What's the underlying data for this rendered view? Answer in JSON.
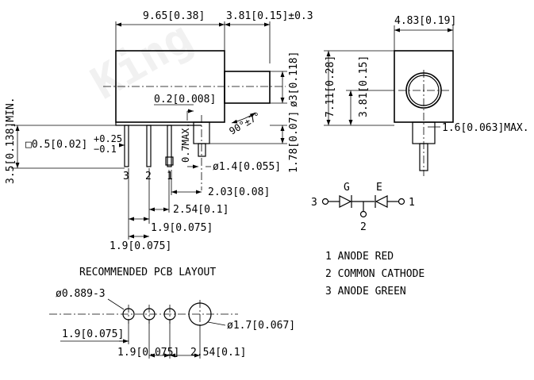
{
  "watermark": "King",
  "side_view": {
    "dim_width": "9.65[0.38]",
    "dim_lens_len": "3.81[0.15]±0.3",
    "dim_lens_dia": "ø3[0.118]",
    "dim_standoff": "0.2[0.008]",
    "dim_angle": "90°±7°",
    "dim_max": "0.7MAX.",
    "dim_lead_offset": "1.78[0.07]",
    "dim_min": "3.5[0.138]MIN.",
    "dim_pin_sq": "□0.5[0.02]",
    "tol_plus": "+0.25",
    "tol_minus": "−0.1",
    "dim_dia14": "ø1.4[0.055]",
    "dim_203": "2.03[0.08]",
    "dim_254": "2.54[0.1]",
    "dim_19a": "1.9[0.075]",
    "dim_19b": "1.9[0.075]",
    "pins": [
      "3",
      "2",
      "1"
    ]
  },
  "front_view": {
    "dim_width": "4.83[0.19]",
    "dim_height": "7.11[0.28]",
    "dim_center": "3.81[0.15]",
    "dim_lead": "1.6[0.063]MAX."
  },
  "schematic": {
    "pin_left": "3",
    "pin_right": "1",
    "pin_bottom": "2",
    "diode_g": "G",
    "diode_e": "E"
  },
  "legend": [
    "1 ANODE RED",
    "2 COMMON  CATHODE",
    "3 ANODE GREEN"
  ],
  "pcb": {
    "title": "RECOMMENDED PCB LAYOUT",
    "dim_hole": "ø0.889-3",
    "dim_big_hole": "ø1.7[0.067]",
    "dim_19a": "1.9[0.075]",
    "dim_19b": "1.9[0.075]",
    "dim_254": "2.54[0.1]"
  }
}
